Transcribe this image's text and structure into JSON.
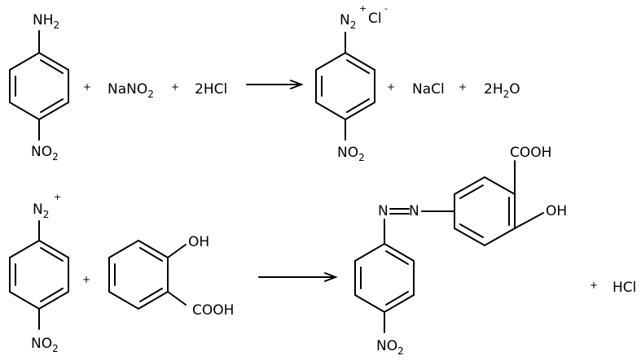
{
  "labels": {
    "nh": "NH",
    "sub_2": "2",
    "no": "NO",
    "n": "N",
    "plus": "+",
    "minus": "-",
    "cl": "Cl",
    "nano": "NaNO",
    "twohcl": "2HCl",
    "nacl": "NaCl",
    "twoh": "2H",
    "o": "O",
    "oh": "OH",
    "cooh": "COOH",
    "hcl": "HCl"
  }
}
